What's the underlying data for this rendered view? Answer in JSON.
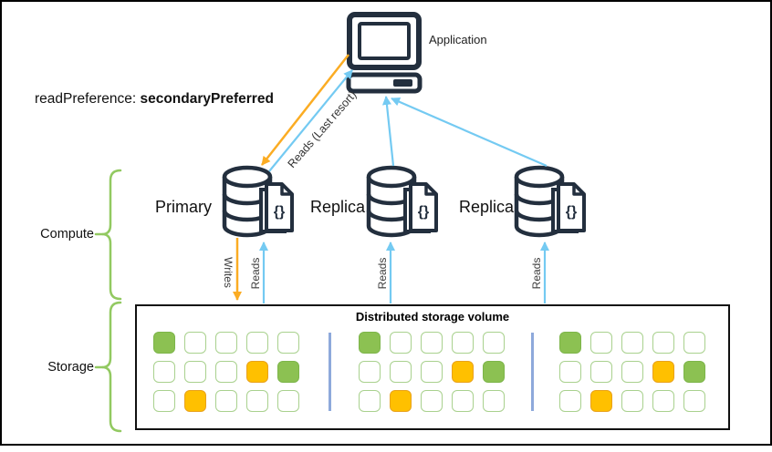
{
  "diagram": {
    "read_preference": {
      "prefix": "readPreference: ",
      "value": "secondaryPreferred"
    },
    "application": {
      "label": "Application"
    },
    "compute": {
      "label": "Compute"
    },
    "storage": {
      "label": "Storage"
    },
    "nodes": [
      {
        "id": "primary",
        "label": "Primary"
      },
      {
        "id": "replica-1",
        "label": "Replica"
      },
      {
        "id": "replica-2",
        "label": "Replica"
      }
    ],
    "edges": {
      "writes_label": "Writes",
      "reads_label": "Reads",
      "last_resort_label": "Reads (Last resort)"
    },
    "icon_glyphs": {
      "document_code": "{}"
    },
    "storage_box": {
      "title": "Distributed storage volume",
      "segments": [
        {
          "pattern": [
            [
              "green",
              "empty",
              "empty",
              "empty",
              "empty"
            ],
            [
              "empty",
              "empty",
              "empty",
              "orange",
              "green"
            ],
            [
              "empty",
              "orange",
              "empty",
              "empty",
              "empty"
            ]
          ]
        },
        {
          "pattern": [
            [
              "green",
              "empty",
              "empty",
              "empty",
              "empty"
            ],
            [
              "empty",
              "empty",
              "empty",
              "orange",
              "green"
            ],
            [
              "empty",
              "orange",
              "empty",
              "empty",
              "empty"
            ]
          ]
        },
        {
          "pattern": [
            [
              "green",
              "empty",
              "empty",
              "empty",
              "empty"
            ],
            [
              "empty",
              "empty",
              "empty",
              "orange",
              "green"
            ],
            [
              "empty",
              "orange",
              "empty",
              "empty",
              "empty"
            ]
          ]
        }
      ]
    },
    "colors": {
      "icon_dark": "#232F3E",
      "writes_orange": "#FBAC23",
      "reads_blue": "#74CAF2",
      "square_green": "#8CC152",
      "square_green_border": "#7DB54A",
      "square_orange": "#FFC000",
      "square_orange_border": "#E9A21B",
      "square_empty_border": "#A9D18E",
      "brace_green": "#92C961",
      "divider_blue": "#8EA9DB"
    }
  }
}
